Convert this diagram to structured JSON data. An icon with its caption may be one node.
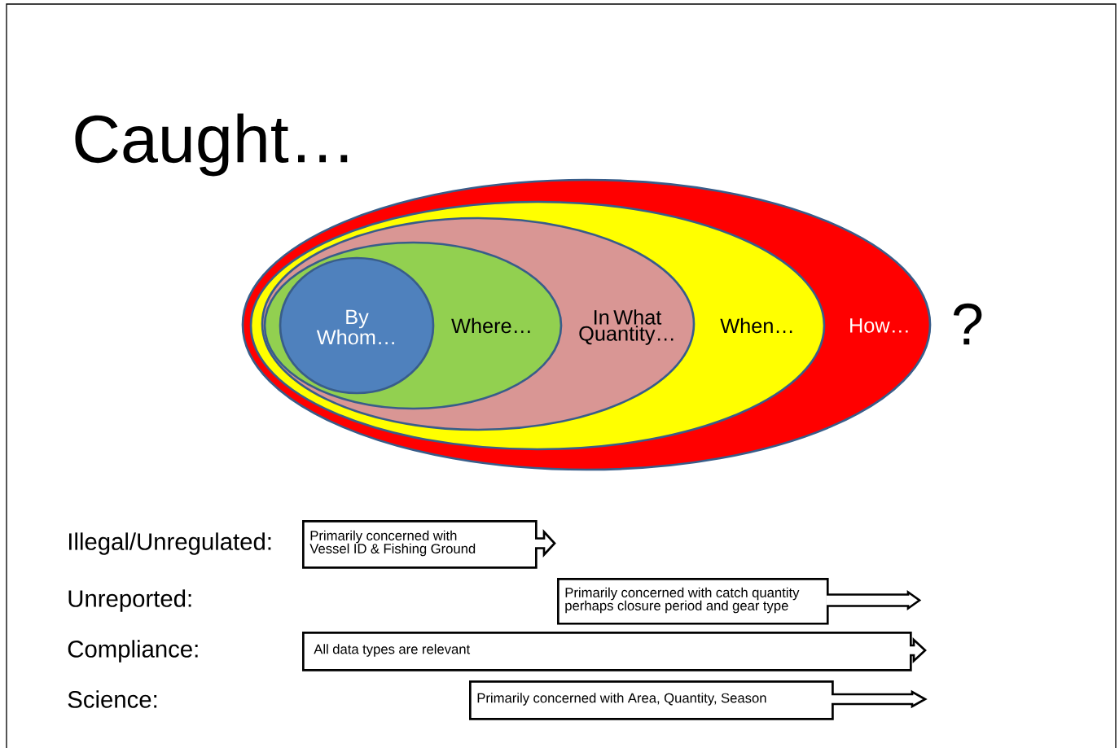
{
  "diagram": {
    "title": "Caught…",
    "nodes": [
      {
        "text": [
          "How…"
        ]
      },
      {
        "text": [
          "When…"
        ],
        "in": 0
      },
      {
        "text": [
          "In What Quantity…"
        ],
        "in": 1
      },
      {
        "text": [
          "Where…"
        ],
        "in": 2
      },
      {
        "text": [
          "By Whom…"
        ],
        "in": 3
      },
      {
        "text": [
          "Primarily concerned with Vessel ID & Fishing Ground"
        ]
      },
      {
        "text": [
          "Primarily concerned with catch quantity perhaps closure period and gear type"
        ]
      },
      {
        "text": [
          "All data types are relevant"
        ]
      },
      {
        "text": [
          "Primarily concerned with Area, Quantity, Season"
        ]
      }
    ],
    "edges": [],
    "labels": [
      "?",
      "Illegal/Unregulated:",
      "Unreported:",
      "Compliance:",
      "Science:"
    ]
  }
}
